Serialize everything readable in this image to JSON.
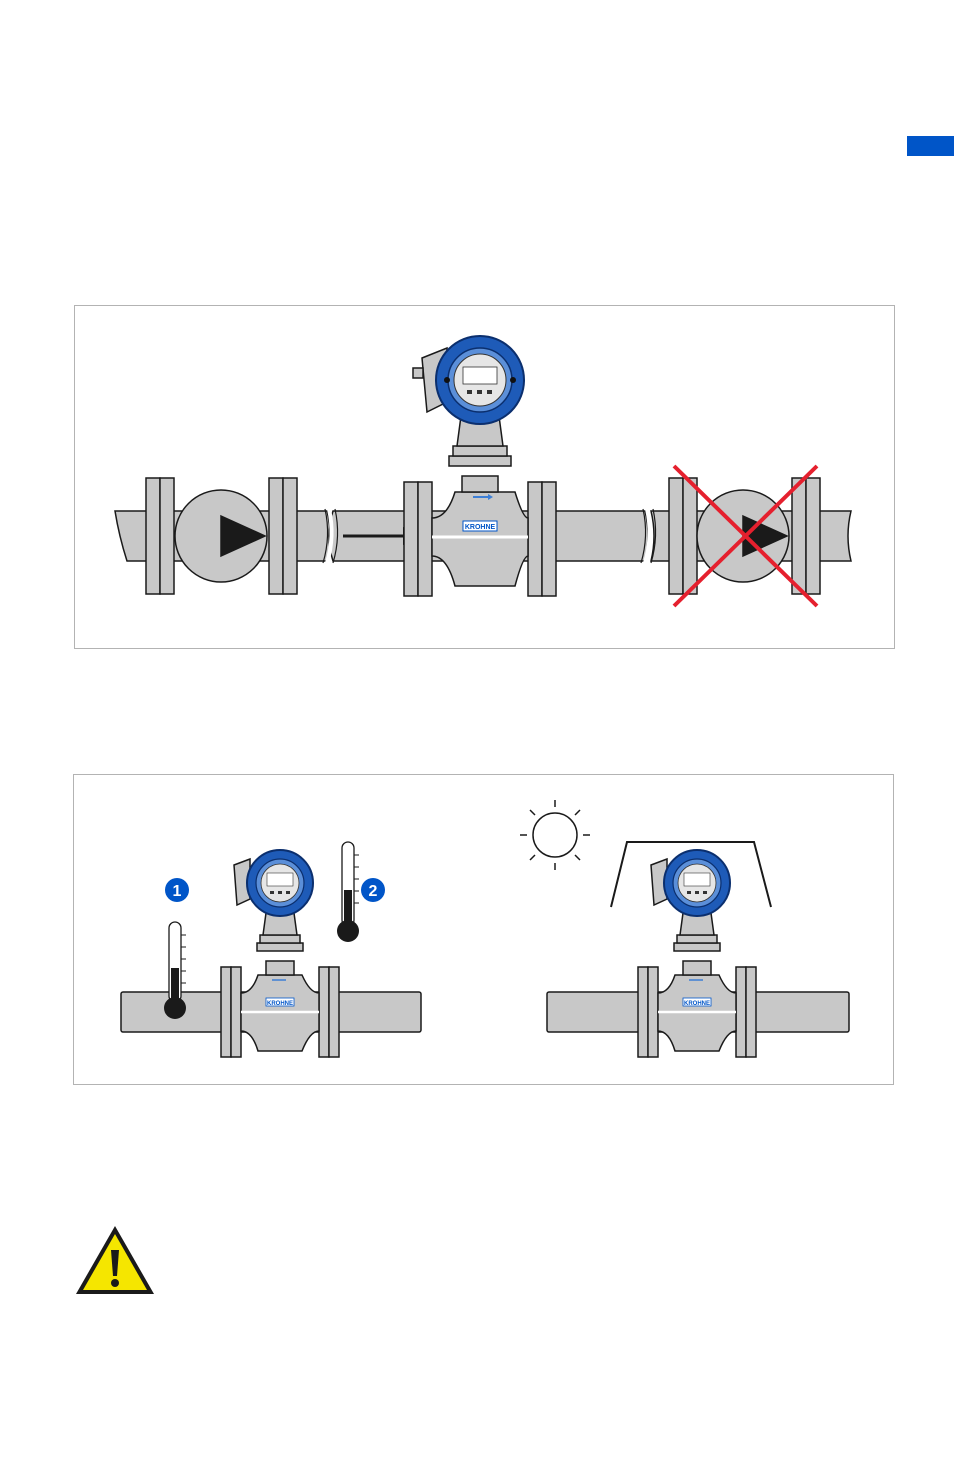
{
  "page": {
    "side_tab_color": "#0055c8"
  },
  "figure1": {
    "brand_label": "KROHNE",
    "pump_upstream_allowed": true,
    "pump_downstream_allowed": false,
    "cross_color": "#e5202e"
  },
  "figure2": {
    "callout_1": "1",
    "callout_2": "2",
    "callout_color": "#0055c8",
    "brand_label": "KROHNE"
  },
  "warning": {
    "icon": "warning-triangle-icon",
    "color": "#f5e600"
  }
}
